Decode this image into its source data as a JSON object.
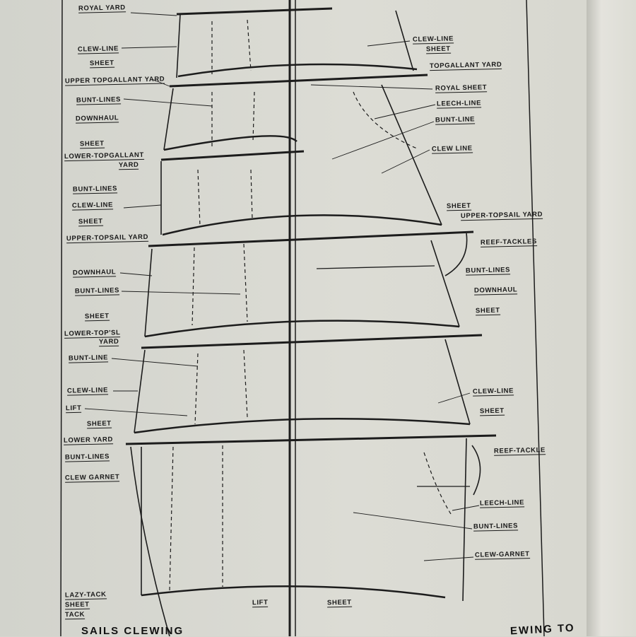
{
  "left_labels": {
    "royal_yard": "ROYAL YARD",
    "clew_line_1": "CLEW-LINE",
    "sheet_1": "SHEET",
    "upper_topgallant_yard": "UPPER TOPGALLANT YARD",
    "bunt_lines_1": "BUNT-LINES",
    "downhaul_1": "DOWNHAUL",
    "sheet_2": "SHEET",
    "lower_topgallant": "LOWER-TOPGALLANT",
    "lower_topgallant_yard": "YARD",
    "bunt_lines_2": "BUNT-LINES",
    "clew_line_2": "CLEW-LINE",
    "sheet_3": "SHEET",
    "upper_topsail_yard": "UPPER-TOPSAIL YARD",
    "downhaul_2": "DOWNHAUL",
    "bunt_lines_3": "BUNT-LINES",
    "sheet_4": "SHEET",
    "lower_topsl": "LOWER-TOP'SL",
    "lower_topsl_yard": "YARD",
    "bunt_line": "BUNT-LINE",
    "clew_line_3": "CLEW-LINE",
    "lift": "LIFT",
    "sheet_5": "SHEET",
    "lower_yard": "LOWER YARD",
    "bunt_lines_4": "BUNT-LINES",
    "clew_garnet": "CLEW GARNET",
    "lazy_tack": "LAZY-TACK",
    "sheet_6": "SHEET",
    "tack": "TACK"
  },
  "right_labels": {
    "clew_line_1": "CLEW-LINE",
    "sheet_1": "SHEET",
    "topgallant_yard": "TOPGALLANT YARD",
    "royal_sheet": "ROYAL SHEET",
    "leech_line_1": "LEECH-LINE",
    "bunt_line": "BUNT-LINE",
    "clew_line_2": "CLEW LINE",
    "sheet_2": "SHEET",
    "upper_topsail_yard": "UPPER-TOPSAIL YARD",
    "reef_tackles": "REEF-TACKLES",
    "bunt_lines_1": "BUNT-LINES",
    "downhaul": "DOWNHAUL",
    "sheet_3": "SHEET",
    "clew_line_3": "CLEW-LINE",
    "sheet_4": "SHEET",
    "reef_tackle": "REEF-TACKLE",
    "leech_line_2": "LEECH-LINE",
    "bunt_lines_2": "BUNT-LINES",
    "clew_garnet": "CLEW-GARNET"
  },
  "bottom_labels": {
    "lift": "LIFT",
    "sheet": "SHEET"
  },
  "caption": {
    "left_fragment": "SAILS  CLEWING",
    "right_fragment": "EWING TO"
  }
}
